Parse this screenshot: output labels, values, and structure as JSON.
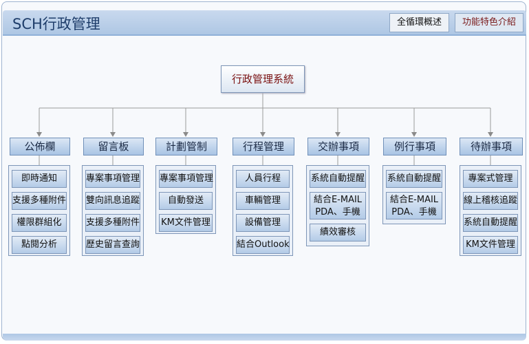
{
  "header": {
    "title": "SCH行政管理",
    "tab_overview": "全循環概述",
    "tab_features": "功能特色介紹"
  },
  "diagram": {
    "root": "行政管理系統",
    "categories": [
      {
        "label": "公佈欄",
        "items": [
          "即時通知",
          "支援多種附件",
          "權限群組化",
          "點閱分析"
        ]
      },
      {
        "label": "留言板",
        "items": [
          "專案事項管理",
          "雙向訊息追蹤",
          "支援多種附件",
          "歷史留言查詢"
        ]
      },
      {
        "label": "計劃管制",
        "items": [
          "專案事項管理",
          "自動發送",
          "KM文件管理"
        ]
      },
      {
        "label": "行程管理",
        "items": [
          "人員行程",
          "車輛管理",
          "設備管理",
          "結合Outlook"
        ]
      },
      {
        "label": "交辦事項",
        "items": [
          "系統自動提醒",
          "結合E-MAIL PDA、手機",
          "績效審核"
        ]
      },
      {
        "label": "例行事項",
        "items": [
          "系統自動提醒",
          "結合E-MAIL PDA、手機"
        ]
      },
      {
        "label": "待辦事項",
        "items": [
          "專案式管理",
          "線上稽核追蹤",
          "系統自動提醒",
          "KM文件管理"
        ]
      }
    ]
  }
}
